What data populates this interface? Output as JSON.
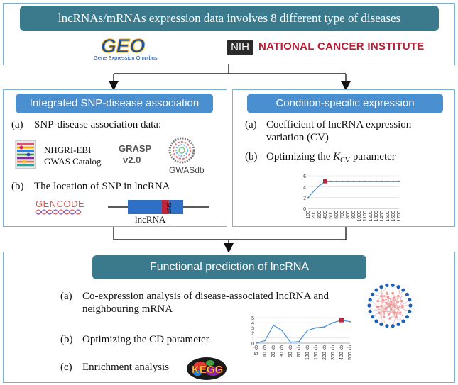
{
  "top": {
    "title": "lncRNAs/mRNAs expression data involves 8 different type of diseases",
    "geo_logo": "GEO",
    "geo_sub": "Gene Expression Omnibus",
    "nih": "NIH",
    "nci": "NATIONAL CANCER INSTITUTE"
  },
  "left": {
    "header": "Integrated SNP-disease association",
    "a_label": "(a)",
    "a_text": "SNP-disease association data:",
    "nhgri_line1": "NHGRI-EBI",
    "nhgri_line2": "GWAS Catalog",
    "grasp_line1": "GRASP",
    "grasp_line2": "v2.0",
    "gwasdb": "GWASdb",
    "b_label": "(b)",
    "b_text": "The location of SNP in lncRNA",
    "gencode": "GENCODE",
    "snp_label": "SNP",
    "lncrna_label": "lncRNA"
  },
  "right": {
    "header": "Condition-specific expression",
    "a_label": "(a)",
    "a_line1": "Coefficient of lncRNA expression",
    "a_line2": "variation (CV)",
    "b_label": "(b)",
    "b_text_prefix": "Optimizing the ",
    "b_k": "K",
    "b_sub": "CV",
    "b_suffix": " parameter"
  },
  "bottom": {
    "header": "Functional prediction of  lncRNA",
    "a_label": "(a)",
    "a_line1": "Co-expression analysis of disease-associated lncRNA and",
    "a_line2": "neighbouring mRNA",
    "b_label": "(b)",
    "b_text": "Optimizing the CD parameter",
    "c_label": "(c)",
    "c_text": "Enrichment analysis",
    "kegg": "KEGG"
  },
  "chart_data": [
    {
      "type": "line",
      "x": [
        "100",
        "200",
        "300",
        "400",
        "500",
        "600",
        "700",
        "800",
        "900",
        "1000",
        "1100",
        "1200",
        "1300",
        "1400",
        "1500",
        "1600",
        "1700"
      ],
      "series": [
        {
          "values": [
            2,
            3.2,
            4.2,
            5,
            5,
            5,
            5,
            5,
            5,
            5,
            5,
            5,
            5,
            5,
            5,
            5,
            5
          ]
        }
      ],
      "ylim": [
        0,
        6
      ],
      "yticks": [
        "0",
        "2",
        "4",
        "6"
      ],
      "highlight_index": 3,
      "colors": {
        "line": "#4a90d9",
        "marker": "#c0253a"
      }
    },
    {
      "type": "line",
      "x": [
        "5 kb",
        "10 kb",
        "20 kb",
        "30 kb",
        "50 kb",
        "70 kb",
        "100 kb",
        "150 kb",
        "200 kb",
        "300 kb",
        "400 kb",
        "500 kb"
      ],
      "series": [
        {
          "values": [
            0,
            0.5,
            3.5,
            2.5,
            0.2,
            0.3,
            2.5,
            3,
            3.2,
            4,
            4.5,
            4.2
          ]
        }
      ],
      "ylim": [
        0,
        5
      ],
      "yticks": [
        "0",
        "1",
        "2",
        "3",
        "4",
        "5"
      ],
      "highlight_index": 10,
      "colors": {
        "line": "#4a90d9",
        "marker": "#c0253a"
      }
    }
  ]
}
